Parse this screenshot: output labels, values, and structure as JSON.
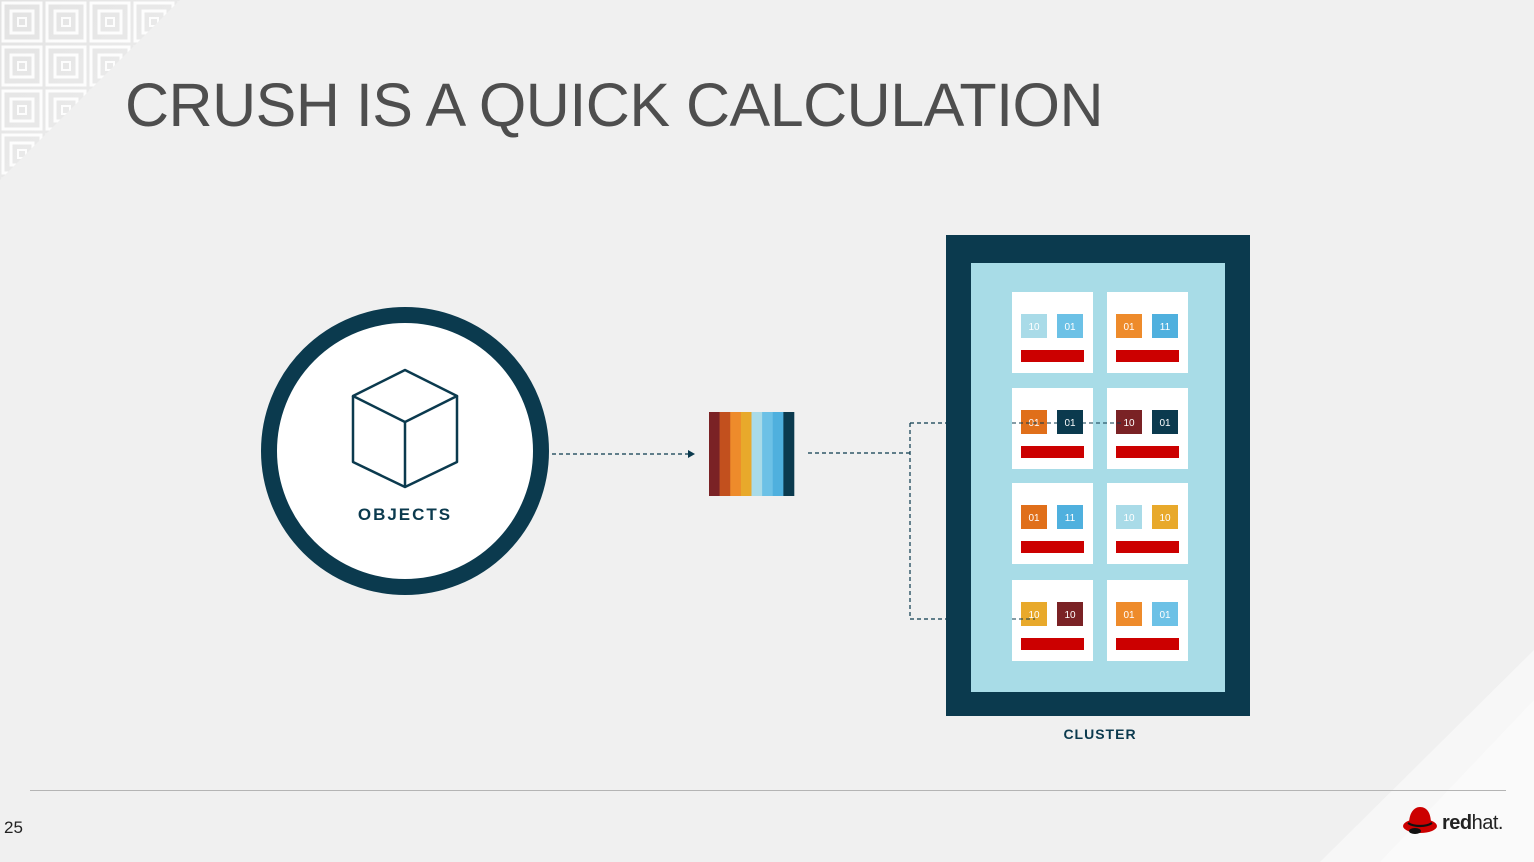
{
  "slide": {
    "title": "CRUSH IS A QUICK CALCULATION",
    "page_number": "25"
  },
  "diagram": {
    "objects_label": "OBJECTS",
    "cluster_label": "CLUSTER",
    "stripe_colors": [
      "#7a2225",
      "#c2501e",
      "#ee8b2b",
      "#e8a92b",
      "#a9dbe8",
      "#6cc1e6",
      "#4fb0de",
      "#0b3a4e"
    ],
    "nodes": [
      {
        "chips": [
          {
            "label": "10",
            "color": "#a9dbe8"
          },
          {
            "label": "01",
            "color": "#6cc1e6"
          }
        ]
      },
      {
        "chips": [
          {
            "label": "01",
            "color": "#ee8b2b"
          },
          {
            "label": "11",
            "color": "#4fb0de"
          }
        ]
      },
      {
        "chips": [
          {
            "label": "01",
            "color": "#e06f1a"
          },
          {
            "label": "01",
            "color": "#0b3a4e"
          }
        ]
      },
      {
        "chips": [
          {
            "label": "10",
            "color": "#7a2225"
          },
          {
            "label": "01",
            "color": "#0b3a4e"
          }
        ]
      },
      {
        "chips": [
          {
            "label": "01",
            "color": "#e06f1a"
          },
          {
            "label": "11",
            "color": "#4fb0de"
          }
        ]
      },
      {
        "chips": [
          {
            "label": "10",
            "color": "#a9dbe8"
          },
          {
            "label": "10",
            "color": "#e8a92b"
          }
        ]
      },
      {
        "chips": [
          {
            "label": "10",
            "color": "#e8a92b"
          },
          {
            "label": "10",
            "color": "#7a2225"
          }
        ]
      },
      {
        "chips": [
          {
            "label": "01",
            "color": "#ee8b2b"
          },
          {
            "label": "01",
            "color": "#6cc1e6"
          }
        ]
      }
    ],
    "colors": {
      "navy": "#0b3a4e",
      "cluster_fill": "#a8dce7",
      "disk_bar": "#cc0000"
    }
  },
  "logo": {
    "text_bold": "red",
    "text_light": "hat."
  }
}
